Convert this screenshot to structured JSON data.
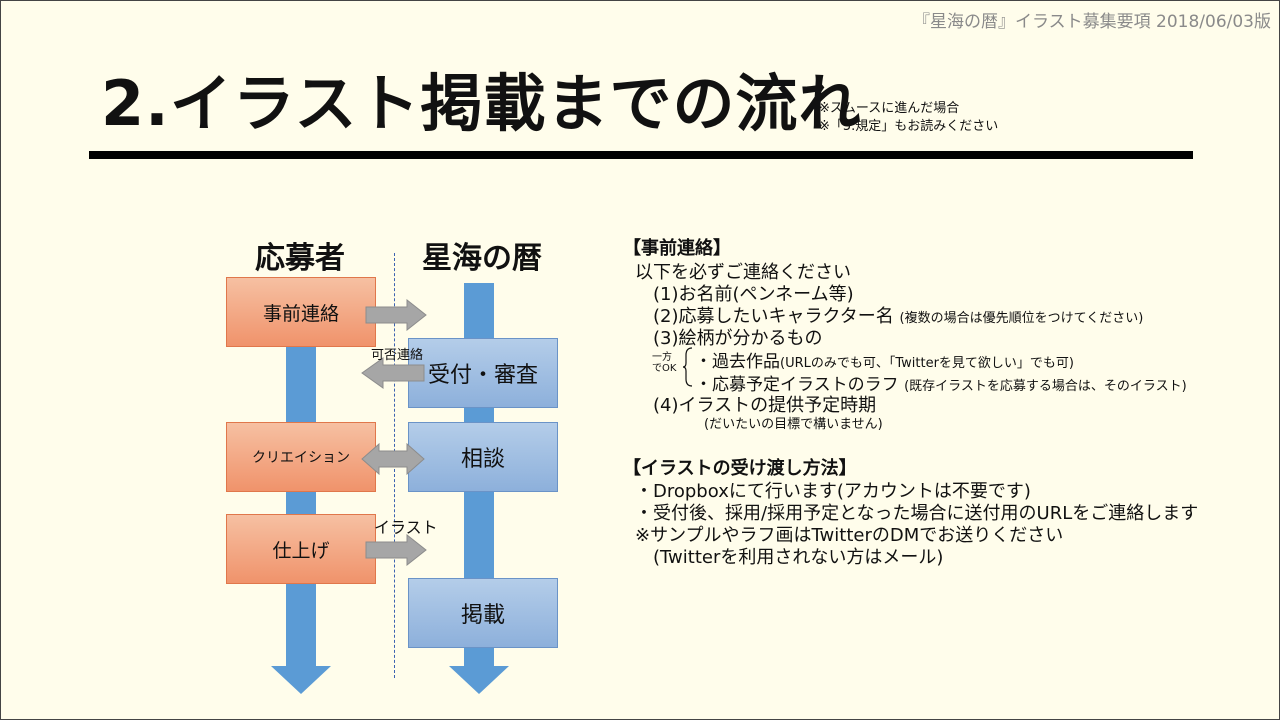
{
  "header_note": "『星海の暦』イラスト募集要項 2018/06/03版",
  "title": "2.イラスト掲載までの流れ",
  "title_notes": [
    "※スムースに進んだ場合",
    "※「5.規定」もお読みください"
  ],
  "lanes": {
    "left": "応募者",
    "right": "星海の暦"
  },
  "flow": {
    "applicant_steps": [
      "事前連絡",
      "クリエイション",
      "仕上げ"
    ],
    "studio_steps": [
      "受付・審査",
      "相談",
      "掲載"
    ],
    "result_label": "可否連絡",
    "illust_label": "イラスト"
  },
  "right": {
    "s1_title": "【事前連絡】",
    "s1_intro": "以下を必ずご連絡ください",
    "item1": "(1)お名前(ペンネーム等)",
    "item2_main": "(2)応募したいキャラクター名",
    "item2_note": "(複数の場合は優先順位をつけてください)",
    "item3": "(3)絵柄が分かるもの",
    "either_label_1": "一方",
    "either_label_2": "でOK",
    "sub1_main": "・過去作品",
    "sub1_note": "(URLのみでも可、「Twitterを見て欲しい」でも可)",
    "sub2_main": "・応募予定イラストのラフ",
    "sub2_note": "(既存イラストを応募する場合は、そのイラスト)",
    "item4": "(4)イラストの提供予定時期",
    "item4_note": "(だいたいの目標で構いません)",
    "s2_title": "【イラストの受け渡し方法】",
    "s2_lines": [
      "・Dropboxにて行います(アカウントは不要です)",
      "・受付後、採用/採用予定となった場合に送付用のURLをご連絡します",
      "※サンプルやラフ画はTwitterのDMでお送りください",
      "(Twitterを利用されない方はメール)"
    ]
  },
  "colors": {
    "arrow_blue": "#5b9bd5",
    "orange_box": "#f4a582",
    "blue_box": "#9dbde3",
    "gray_arrow": "#a6a6a6"
  }
}
